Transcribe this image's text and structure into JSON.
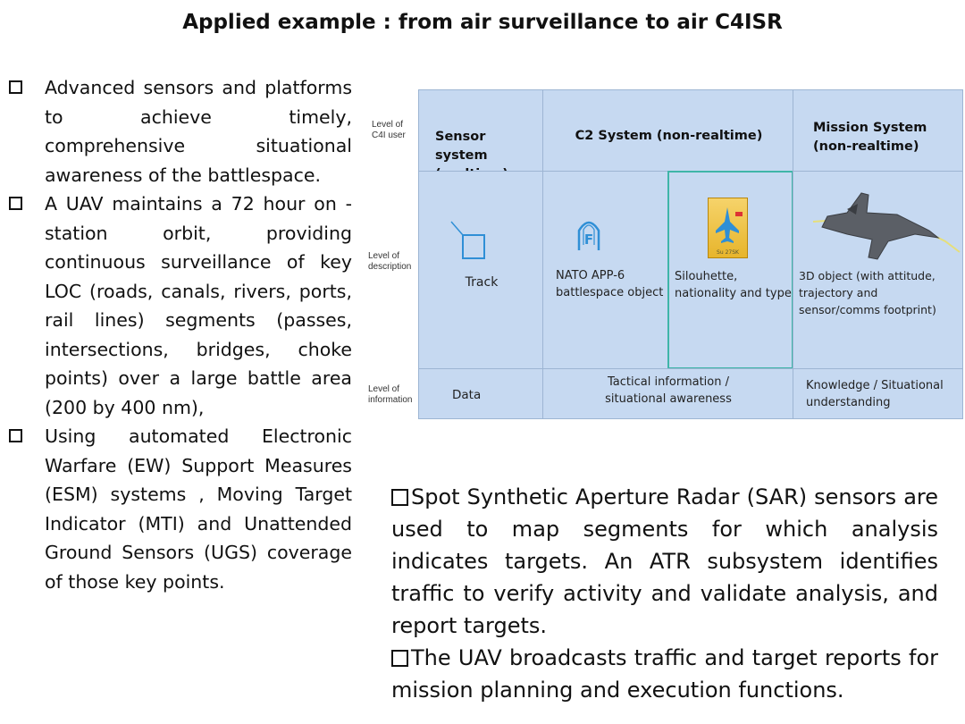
{
  "slide": {
    "title": "Applied example : from air surveillance to air C4ISR"
  },
  "left_bullets": [
    "Advanced sensors and platforms to achieve timely, comprehensive situational awareness of the battlespace.",
    "A UAV maintains a 72 hour on -station orbit, providing continuous surveillance of key LOC (roads, canals, rivers, ports, rail lines) segments (passes, intersections, bridges, choke points) over a large battle area (200 by 400 nm),",
    "Using automated Electronic Warfare (EW) Support Measures (ESM) systems , Moving Target Indicator (MTI) and Unattended Ground Sensors (UGS) coverage of those key points."
  ],
  "table": {
    "row_labels": {
      "user": "Level of C4I user",
      "description": "Level of description",
      "information": "Level of information"
    },
    "headers": {
      "sensor": "Sensor system (realtime)",
      "c2": "C2 System (non-realtime)",
      "mission": "Mission System (non-realtime)"
    },
    "descriptions": {
      "track": "Track",
      "nato": "NATO APP-6 battlespace object",
      "silhouette": "Silouhette, nationality and type",
      "object3d": "3D object (with attitude, trajectory and sensor/comms footprint)"
    },
    "information": {
      "data": "Data",
      "tactical": "Tactical information / situational awareness",
      "knowledge": "Knowledge / Situational understanding"
    },
    "icons": {
      "nato_symbol": "F",
      "silhouette_label": "Su 27SK"
    }
  },
  "right_bullets": [
    "Spot Synthetic Aperture Radar (SAR) sensors are used to map segments for which analysis indicates targets. An ATR subsystem identifies traffic to verify activity and validate analysis, and report targets.",
    "The UAV broadcasts traffic and target reports for mission planning and execution functions."
  ],
  "colors": {
    "table_fill": "#c6d9f1",
    "highlight_border": "#3fb5a8",
    "icon_blue": "#2f8fd6"
  }
}
